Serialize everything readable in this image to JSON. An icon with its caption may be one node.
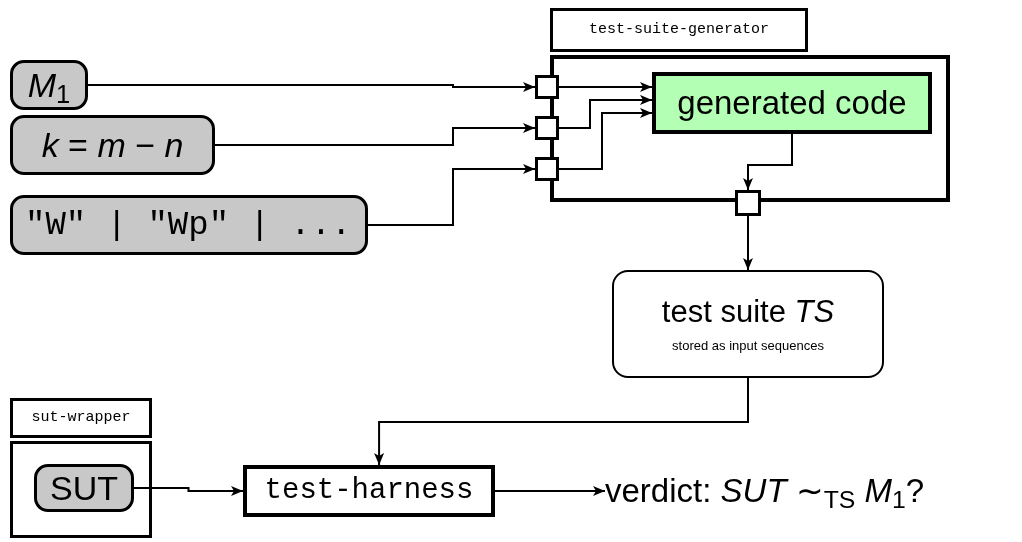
{
  "diagram": {
    "nodes": [
      {
        "text": [
          "*M*$_{1}$"
        ]
      },
      {
        "text": [
          "*k* = *m* − *n*"
        ]
      },
      {
        "text": [
          "\"W\" | \"Wp\" | ..."
        ]
      },
      {
        "text": [
          "test-suite-generator"
        ]
      },
      {
        "text": [],
        "shape": "box"
      },
      {
        "text": [],
        "shape": "box"
      },
      {
        "text": [],
        "shape": "box"
      },
      {
        "text": [
          "generated code"
        ],
        "in": 3
      },
      {
        "text": [],
        "shape": "box"
      },
      {
        "text": [
          "test suite *TS*",
          "stored as input sequences"
        ]
      },
      {
        "text": [
          "sut-wrapper"
        ]
      },
      {
        "text": [
          "SUT"
        ],
        "in": 10
      },
      {
        "text": [
          "test-harness"
        ]
      },
      {
        "text": [
          "verdict: *SUT* ∼$_{TS}$ *M*$_{1}$?"
        ]
      }
    ],
    "edges": [
      {
        "from": 0,
        "to": 4,
        "arrow": "to"
      },
      {
        "from": 1,
        "to": 5,
        "arrow": "to"
      },
      {
        "from": 2,
        "to": 6,
        "arrow": "to"
      },
      {
        "from": 4,
        "to": 7,
        "arrow": "to"
      },
      {
        "from": 5,
        "to": 7,
        "arrow": "to"
      },
      {
        "from": 6,
        "to": 7,
        "arrow": "to"
      },
      {
        "from": 7,
        "to": 8,
        "arrow": "to"
      },
      {
        "from": 8,
        "to": 9,
        "arrow": "to"
      },
      {
        "from": 9,
        "to": 12,
        "arrow": "to"
      },
      {
        "from": 11,
        "to": 12,
        "arrow": "to"
      },
      {
        "from": 12,
        "to": 13,
        "arrow": "to"
      }
    ]
  }
}
